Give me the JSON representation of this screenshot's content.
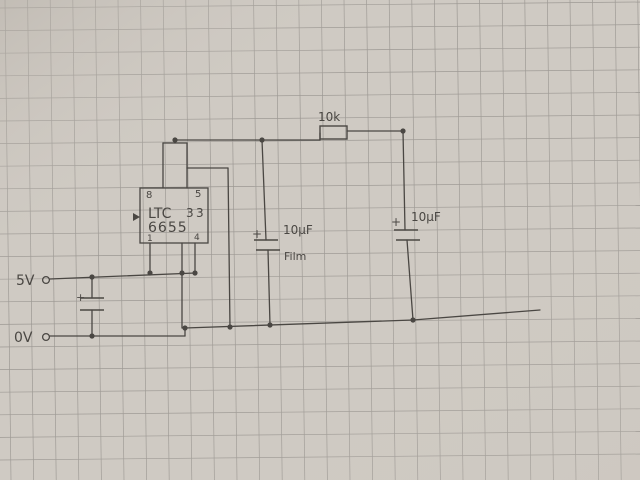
{
  "colors": {
    "paper": "#cfcac3",
    "grid": "#9c9893",
    "ink": "#4a4743"
  },
  "ic": {
    "line1": "LTC",
    "line2": "6655",
    "pin8": "8",
    "pin5": "5",
    "pin3": "3",
    "pin1": "1",
    "pin4": "4"
  },
  "resistor": {
    "label": "10k"
  },
  "capacitors": {
    "film_value": "10µF",
    "film_type": "Film",
    "output_value": "10µF",
    "input_plus": "+",
    "film_plus": "+",
    "output_plus": "+"
  },
  "terminals": {
    "supply": "5V",
    "ground": "0V"
  }
}
